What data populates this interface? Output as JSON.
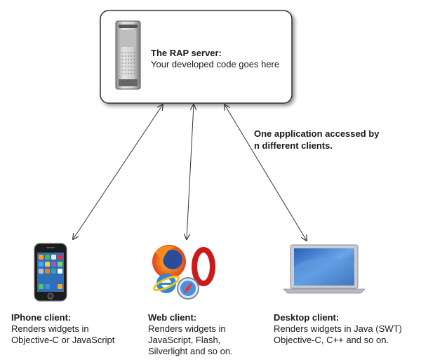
{
  "server": {
    "title": "The RAP server:",
    "subtitle": "Your developed code goes here",
    "icon": "server-tower-icon"
  },
  "note": {
    "line1": "One application accessed by",
    "line2": "n different clients."
  },
  "clients": [
    {
      "title": "IPhone client:",
      "lines": [
        "Renders widgets in",
        "Objective-C or JavaScript"
      ],
      "icon": "iphone-icon"
    },
    {
      "title": "Web client:",
      "lines": [
        "Renders widgets in",
        "JavaScript, Flash,",
        "Silverlight and so on."
      ],
      "icon": "browser-logos-icon"
    },
    {
      "title": "Desktop client:",
      "lines": [
        "Renders widgets in Java (SWT)",
        "Objective-C, C++ and so on."
      ],
      "icon": "laptop-icon"
    }
  ],
  "colors": {
    "box_border": "#333333",
    "arrow": "#333333"
  }
}
